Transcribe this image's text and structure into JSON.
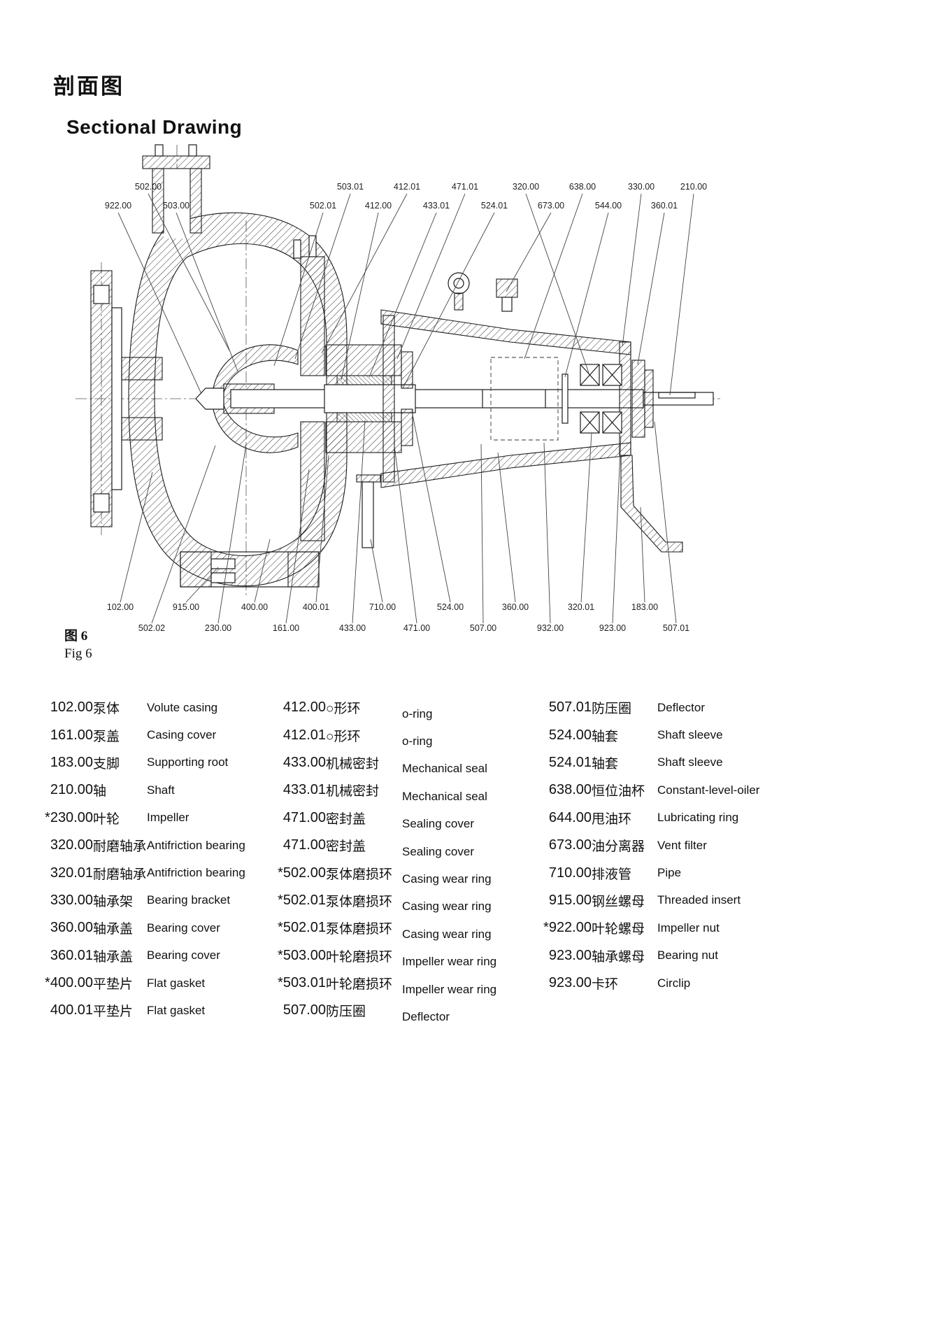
{
  "page": {
    "title_cn": "剖面图",
    "title_en": "Sectional Drawing",
    "caption_cn": "图 6",
    "caption_en": "Fig 6"
  },
  "drawing": {
    "top_labels": [
      "502.00",
      "503.01",
      "412.01",
      "471.01",
      "320.00",
      "638.00",
      "330.00",
      "210.00",
      "922.00",
      "503.00",
      "502.01",
      "412.00",
      "433.01",
      "524.01",
      "673.00",
      "544.00",
      "360.01"
    ],
    "bottom_labels": [
      "102.00",
      "915.00",
      "400.00",
      "400.01",
      "710.00",
      "524.00",
      "360.00",
      "320.01",
      "183.00",
      "502.02",
      "230.00",
      "161.00",
      "433.00",
      "471.00",
      "507.00",
      "932.00",
      "923.00",
      "507.01"
    ]
  },
  "parts": {
    "col1": [
      {
        "num": "102.00",
        "cn": "泵体",
        "en": "Volute casing"
      },
      {
        "num": "161.00",
        "cn": "泵盖",
        "en": "Casing cover"
      },
      {
        "num": "183.00",
        "cn": "支脚",
        "en": "Supporting root"
      },
      {
        "num": "210.00",
        "cn": "轴",
        "en": "Shaft"
      },
      {
        "num": "*230.00",
        "cn": "叶轮",
        "en": "Impeller"
      },
      {
        "num": "320.00",
        "cn": "耐磨轴承",
        "en": "Antifriction bearing"
      },
      {
        "num": "320.01",
        "cn": "耐磨轴承",
        "en": "Antifriction bearing"
      },
      {
        "num": "330.00",
        "cn": "轴承架",
        "en": "Bearing bracket"
      },
      {
        "num": "360.00",
        "cn": "轴承盖",
        "en": "Bearing cover"
      },
      {
        "num": "360.01",
        "cn": "轴承盖",
        "en": "Bearing cover"
      },
      {
        "num": "*400.00",
        "cn": "平垫片",
        "en": "Flat gasket"
      },
      {
        "num": "400.01",
        "cn": "平垫片",
        "en": "Flat gasket"
      }
    ],
    "col2": [
      {
        "num": "412.00",
        "cn": "○形环",
        "en": "o-ring"
      },
      {
        "num": "412.01",
        "cn": "○形环",
        "en": "o-ring"
      },
      {
        "num": "433.00",
        "cn": "机械密封",
        "en": "Mechanical seal"
      },
      {
        "num": "433.01",
        "cn": "机械密封",
        "en": "Mechanical seal"
      },
      {
        "num": "471.00",
        "cn": "密封盖",
        "en": "Sealing cover"
      },
      {
        "num": "471.00",
        "cn": "密封盖",
        "en": "Sealing cover"
      },
      {
        "num": "*502.00",
        "cn": "泵体磨损环",
        "en": "Casing wear ring"
      },
      {
        "num": "*502.01",
        "cn": "泵体磨损环",
        "en": "Casing wear ring"
      },
      {
        "num": "*502.01",
        "cn": "泵体磨损环",
        "en": "Casing wear ring"
      },
      {
        "num": "*503.00",
        "cn": "叶轮磨损环",
        "en": "Impeller wear ring"
      },
      {
        "num": "*503.01",
        "cn": "叶轮磨损环",
        "en": "Impeller wear ring"
      },
      {
        "num": "507.00",
        "cn": "防压圈",
        "en": "Deflector"
      }
    ],
    "col3": [
      {
        "num": "507.01",
        "cn": "防压圈",
        "en": "Deflector"
      },
      {
        "num": "524.00",
        "cn": "轴套",
        "en": "Shaft sleeve"
      },
      {
        "num": "524.01",
        "cn": "轴套",
        "en": "Shaft sleeve"
      },
      {
        "num": "638.00",
        "cn": "恒位油杯",
        "en": "Constant-level-oiler"
      },
      {
        "num": "644.00",
        "cn": "甩油环",
        "en": "Lubricating ring"
      },
      {
        "num": "673.00",
        "cn": "油分离器",
        "en": "Vent filter"
      },
      {
        "num": "710.00",
        "cn": "排液管",
        "en": "Pipe"
      },
      {
        "num": "915.00",
        "cn": "钢丝螺母",
        "en": "Threaded insert"
      },
      {
        "num": "*922.00",
        "cn": "叶轮螺母",
        "en": "Impeller nut"
      },
      {
        "num": "923.00",
        "cn": "轴承螺母",
        "en": "Bearing nut"
      },
      {
        "num": "923.00",
        "cn": "卡环",
        "en": "Circlip"
      }
    ]
  }
}
